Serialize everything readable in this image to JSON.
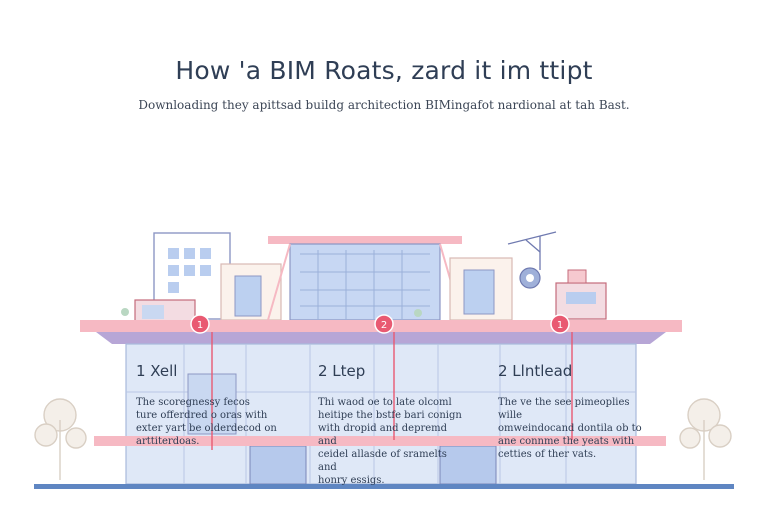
{
  "header": {
    "title": "How 'a BIM Roats, zard it im ttipt",
    "subtitle": "Downloading they apittsad buildg architection BIMingafot nardional at tah Bast."
  },
  "steps": [
    {
      "marker": "1",
      "title": "1 Xell",
      "desc": [
        "The scoregnessy fecos",
        "ture offerdred o oras with",
        "exter yart be olderdecod on",
        "arttiterdoas."
      ]
    },
    {
      "marker": "2",
      "title": "2 Ltep",
      "desc": [
        "Thi waod oe to late olcoml",
        "heitipe the bstfe bari conign",
        "with dropid and depremd and",
        "ceidel allasde of sramelts and",
        "honry essigs."
      ]
    },
    {
      "marker": "1",
      "title": "2 Llntlead",
      "desc": [
        "The ve the see pimeoplies wille",
        "omweindocand dontila ob to",
        "ane connme the yeats with",
        "cetties of ther vats."
      ]
    }
  ],
  "colors": {
    "accent": "#e95a72",
    "pink_band": "#f6b9c3",
    "glass": "#cfdcf3",
    "glass_line": "#a9b9dc",
    "structure": "#7b86b8",
    "ground": "#5f86c2"
  }
}
